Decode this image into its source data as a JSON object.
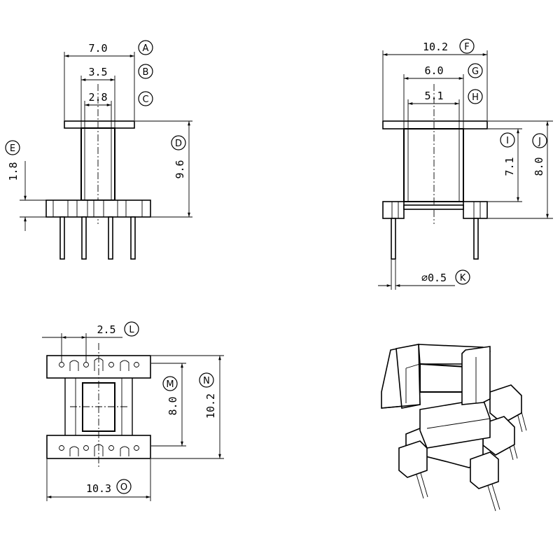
{
  "dimensions": {
    "A": {
      "label": "A",
      "value": "7.0"
    },
    "B": {
      "label": "B",
      "value": "3.5"
    },
    "C": {
      "label": "C",
      "value": "2.8"
    },
    "D": {
      "label": "D",
      "value": "9.6"
    },
    "E": {
      "label": "E",
      "value": "1.8"
    },
    "F": {
      "label": "F",
      "value": "10.2"
    },
    "G": {
      "label": "G",
      "value": "6.0"
    },
    "H": {
      "label": "H",
      "value": "5.1"
    },
    "I": {
      "label": "I",
      "value": "7.1"
    },
    "J": {
      "label": "J",
      "value": "8.0"
    },
    "K": {
      "label": "K",
      "value": "⌀0.5"
    },
    "L": {
      "label": "L",
      "value": "2.5"
    },
    "M": {
      "label": "M",
      "value": "8.0"
    },
    "N": {
      "label": "N",
      "value": "10.2"
    },
    "O": {
      "label": "O",
      "value": "10.3"
    }
  }
}
